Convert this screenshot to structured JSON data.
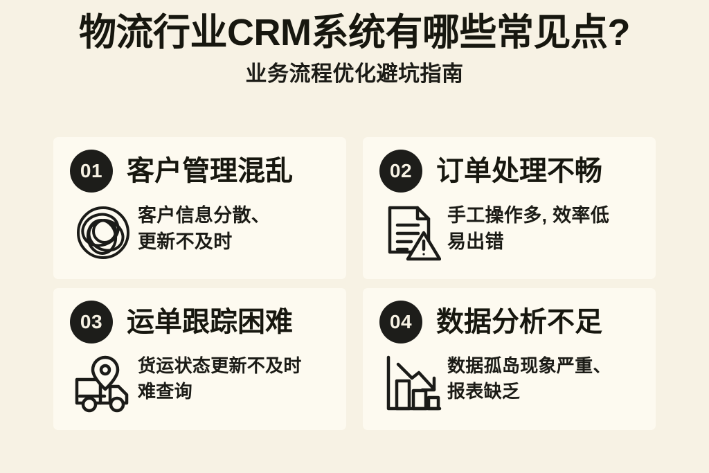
{
  "header": {
    "title": "物流行业CRM系统有哪些常见点?",
    "subtitle": "业务流程优化避坑指南"
  },
  "colors": {
    "page_background": "#f7f2e4",
    "card_background": "#fdfaf0",
    "ink": "#17170f",
    "badge_background": "#1d1d1a",
    "badge_text": "#f7f2e4"
  },
  "cards": [
    {
      "number": "01",
      "title": "客户管理混乱",
      "description": "客户信息分散、\n更新不及时",
      "icon": "tangled-circles-icon"
    },
    {
      "number": "02",
      "title": "订单处理不畅",
      "description": "手工操作多, 效率低\n易出错",
      "icon": "document-warning-icon"
    },
    {
      "number": "03",
      "title": "运单跟踪困难",
      "description": "货运状态更新不及时\n难查询",
      "icon": "truck-location-icon"
    },
    {
      "number": "04",
      "title": "数据分析不足",
      "description": "数据孤岛现象严重、\n报表缺乏",
      "icon": "declining-bar-chart-icon"
    }
  ]
}
